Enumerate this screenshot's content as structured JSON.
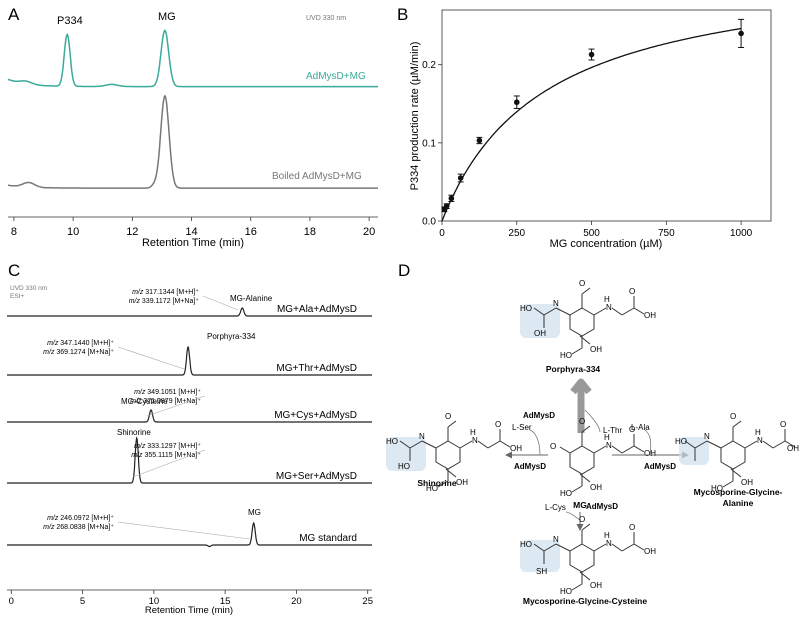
{
  "panels": {
    "A": "A",
    "B": "B",
    "C": "C",
    "D": "D"
  },
  "chart_data": [
    {
      "type": "line",
      "panel": "A",
      "annotation": "UVD 330 nm",
      "xlabel": "Retention Time (min)",
      "xticks": [
        8,
        10,
        12,
        14,
        16,
        18,
        20
      ],
      "xlim": [
        7.8,
        20.3
      ],
      "peak_labels": [
        "P334",
        "MG"
      ],
      "series": [
        {
          "name": "AdMysD+MG",
          "color": "#3aaa9a",
          "baseline": 0.1,
          "peaks": [
            {
              "x": 8.4,
              "h": 0.04,
              "w": 0.2
            },
            {
              "x": 9.8,
              "h": 0.72,
              "w": 0.1
            },
            {
              "x": 11.3,
              "h": 0.03,
              "w": 0.2
            },
            {
              "x": 13.1,
              "h": 0.78,
              "w": 0.13
            }
          ]
        },
        {
          "name": "Boiled AdMysD+MG",
          "color": "#777777",
          "baseline": 0.03,
          "peaks": [
            {
              "x": 8.5,
              "h": 0.05,
              "w": 0.2
            },
            {
              "x": 12.75,
              "h": 0.03,
              "w": 0.1
            },
            {
              "x": 13.1,
              "h": 0.97,
              "w": 0.14
            }
          ]
        }
      ]
    },
    {
      "type": "scatter",
      "panel": "B",
      "xlabel": "MG concentration (µM)",
      "ylabel": "P334 production rate (µM/min)",
      "xlim": [
        0,
        1100
      ],
      "ylim": [
        0,
        0.27
      ],
      "xticks": [
        0,
        250,
        500,
        750,
        1000
      ],
      "yticks": [
        0.0,
        0.1,
        0.2
      ],
      "ytick_labels": [
        "0.0",
        "0.1",
        "0.2"
      ],
      "x": [
        7.8,
        15.6,
        31.25,
        62.5,
        125,
        250,
        500,
        1000
      ],
      "y": [
        0.015,
        0.019,
        0.029,
        0.055,
        0.103,
        0.152,
        0.213,
        0.24
      ],
      "yerr": [
        0.003,
        0.003,
        0.004,
        0.005,
        0.004,
        0.008,
        0.007,
        0.018
      ],
      "fit": {
        "vmax": 0.33,
        "km": 340
      }
    },
    {
      "type": "line",
      "panel": "C",
      "annotation": [
        "UVD 330 nm",
        "ESI+"
      ],
      "xlabel": "Retention Time (min)",
      "xticks": [
        0,
        5,
        10,
        15,
        20,
        25
      ],
      "xlim": [
        -0.3,
        25.3
      ],
      "series": [
        {
          "name": "MG+Ala+AdMysD",
          "peak_x": 16.2,
          "peak_h": 8,
          "peak_label": "MG-Alanine",
          "ms": [
            [
              "m/z",
              " 317.1344 [M+H]⁺"
            ],
            [
              "m/z",
              " 339.1172 [M+Na]⁺"
            ]
          ]
        },
        {
          "name": "MG+Thr+AdMysD",
          "peak_x": 12.4,
          "peak_h": 28,
          "peak_label": "Porphyra-334",
          "ms": [
            [
              "m/z",
              " 347.1440 [M+H]⁺"
            ],
            [
              "m/z",
              " 369.1274 [M+Na]⁺"
            ]
          ]
        },
        {
          "name": "MG+Cys+AdMysD",
          "peak_x": 9.8,
          "peak_h": 12,
          "peak_label": "MG-Cysteine",
          "ms": [
            [
              "m/z",
              " 349.1051 [M+H]⁺"
            ],
            [
              "m/z",
              " 371.0879 [M+Na]⁺"
            ]
          ]
        },
        {
          "name": "MG+Ser+AdMysD",
          "peak_x": 8.8,
          "peak_h": 45,
          "peak_label": "Shinorine",
          "ms": [
            [
              "m/z",
              " 333.1297 [M+H]⁺"
            ],
            [
              "m/z",
              " 355.1115 [M+Na]⁺"
            ]
          ]
        },
        {
          "name": "MG standard",
          "peak_x": 17.0,
          "peak_h": 22,
          "peak_label": "MG",
          "ms": [
            [
              "m/z",
              " 246.0972 [M+H]⁺"
            ],
            [
              "m/z",
              " 268.0838 [M+Na]⁺"
            ]
          ]
        }
      ]
    }
  ],
  "scheme": {
    "compounds": {
      "top": "Porphyra-334",
      "left": "Shinorine",
      "center": "MG",
      "right": "Mycosporine-Glycine-Alanine",
      "right_lines": [
        "Mycosporine-Glycine-",
        "Alanine"
      ],
      "bottom": "Mycosporine-Glycine-Cysteine"
    },
    "reactions": {
      "up": {
        "enzyme": "AdMysD",
        "substrate": "L-Thr"
      },
      "left": {
        "enzyme": "AdMysD",
        "substrate": "L-Ser"
      },
      "right": {
        "enzyme": "AdMysD",
        "substrate": "L-Ala"
      },
      "down": {
        "enzyme": "AdMysD",
        "substrate": "L-Cys"
      }
    },
    "atoms": {
      "O": "O",
      "OH": "OH",
      "HO": "HO",
      "H": "H",
      "N": "N",
      "SH": "SH",
      "methoxy": "O"
    }
  }
}
